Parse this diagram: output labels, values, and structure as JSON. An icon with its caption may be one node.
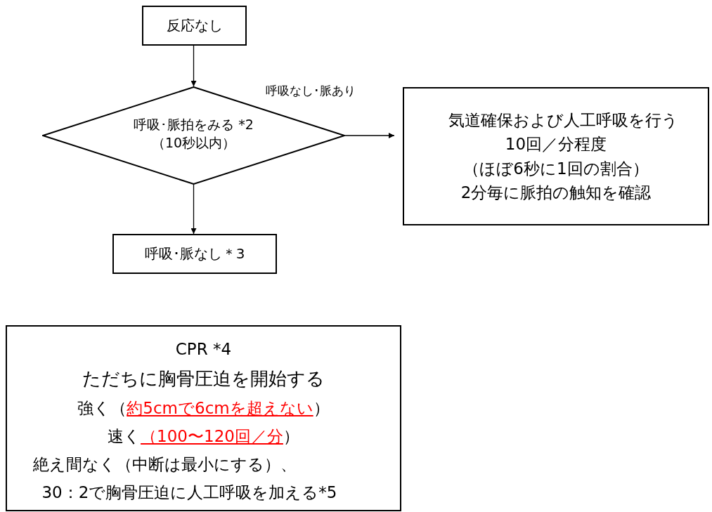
{
  "diagram": {
    "nodes": [
      {
        "text": [
          "反応なし"
        ]
      },
      {
        "text": [
          "呼吸･脈拍をみる *2 （10秒以内）"
        ]
      },
      {
        "text": [
          "気道確保および人工呼吸を行う",
          "10回／分程度",
          "（ほぼ6秒に1回の割合）",
          "2分毎に脈拍の触知を確認"
        ]
      },
      {
        "text": [
          "呼吸･脈なし＊3"
        ]
      },
      {
        "text": [
          "CPR *4",
          "ただちに胸骨圧迫を開始する",
          "強く（",
          "約5cmで6cmを超えない",
          "）",
          "速く",
          "（100〜120回／分",
          "）",
          "絶え間なく（中断は最小にする）、",
          "30：2で胸骨圧迫に人工呼吸を加える*5"
        ]
      }
    ],
    "edges": [
      {
        "from": 0,
        "to": 1,
        "arrow": "to"
      },
      {
        "from": 1,
        "to": 2,
        "arrow": "to",
        "label": "呼吸なし･脈あり"
      },
      {
        "from": 1,
        "to": 3,
        "arrow": "to"
      }
    ]
  }
}
